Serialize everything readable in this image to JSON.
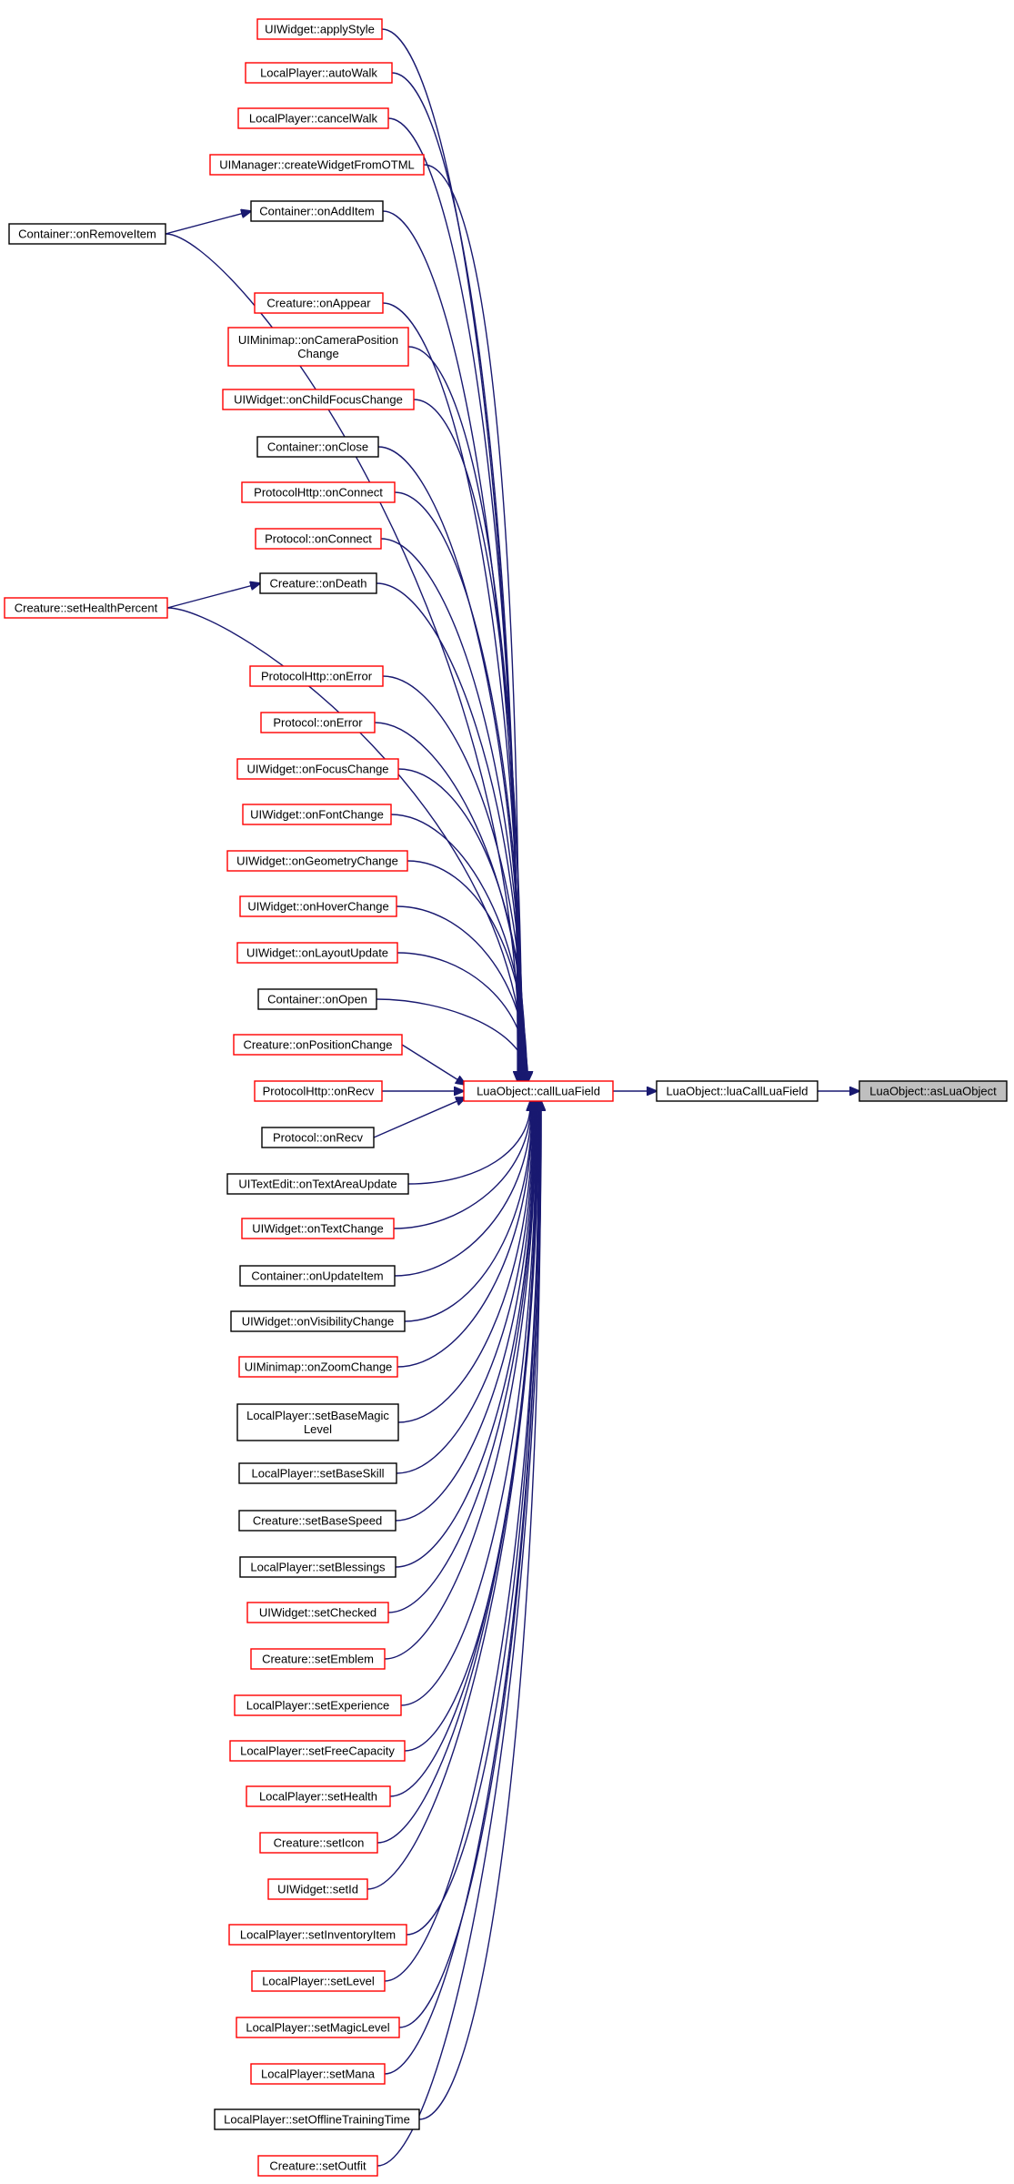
{
  "colors": {
    "edge": "#191970",
    "red_border": "#ff0000",
    "black_border": "#000000",
    "focus_fill": "#bfbfbf"
  },
  "nodes": [
    {
      "id": "n1",
      "label": [
        "UIWidget::applyStyle"
      ],
      "border": "red"
    },
    {
      "id": "n2",
      "label": [
        "LocalPlayer::autoWalk"
      ],
      "border": "red"
    },
    {
      "id": "n3",
      "label": [
        "LocalPlayer::cancelWalk"
      ],
      "border": "red"
    },
    {
      "id": "n4",
      "label": [
        "UIManager::createWidgetFromOTML"
      ],
      "border": "red"
    },
    {
      "id": "n5",
      "label": [
        "Container::onAddItem"
      ],
      "border": "black"
    },
    {
      "id": "n6",
      "label": [
        "Container::onRemoveItem"
      ],
      "border": "black"
    },
    {
      "id": "n7",
      "label": [
        "Creature::onAppear"
      ],
      "border": "red"
    },
    {
      "id": "n8",
      "label": [
        "UIMinimap::onCameraPosition",
        "Change"
      ],
      "border": "red"
    },
    {
      "id": "n9",
      "label": [
        "UIWidget::onChildFocusChange"
      ],
      "border": "red"
    },
    {
      "id": "n10",
      "label": [
        "Container::onClose"
      ],
      "border": "black"
    },
    {
      "id": "n11",
      "label": [
        "ProtocolHttp::onConnect"
      ],
      "border": "red"
    },
    {
      "id": "n12",
      "label": [
        "Protocol::onConnect"
      ],
      "border": "red"
    },
    {
      "id": "n13",
      "label": [
        "Creature::onDeath"
      ],
      "border": "black"
    },
    {
      "id": "n14",
      "label": [
        "Creature::setHealthPercent"
      ],
      "border": "red"
    },
    {
      "id": "n15",
      "label": [
        "ProtocolHttp::onError"
      ],
      "border": "red"
    },
    {
      "id": "n16",
      "label": [
        "Protocol::onError"
      ],
      "border": "red"
    },
    {
      "id": "n17",
      "label": [
        "UIWidget::onFocusChange"
      ],
      "border": "red"
    },
    {
      "id": "n18",
      "label": [
        "UIWidget::onFontChange"
      ],
      "border": "red"
    },
    {
      "id": "n19",
      "label": [
        "UIWidget::onGeometryChange"
      ],
      "border": "red"
    },
    {
      "id": "n20",
      "label": [
        "UIWidget::onHoverChange"
      ],
      "border": "red"
    },
    {
      "id": "n21",
      "label": [
        "UIWidget::onLayoutUpdate"
      ],
      "border": "red"
    },
    {
      "id": "n22",
      "label": [
        "Container::onOpen"
      ],
      "border": "black"
    },
    {
      "id": "n23",
      "label": [
        "Creature::onPositionChange"
      ],
      "border": "red"
    },
    {
      "id": "n24",
      "label": [
        "ProtocolHttp::onRecv"
      ],
      "border": "red"
    },
    {
      "id": "n25",
      "label": [
        "Protocol::onRecv"
      ],
      "border": "black"
    },
    {
      "id": "n26",
      "label": [
        "UITextEdit::onTextAreaUpdate"
      ],
      "border": "black"
    },
    {
      "id": "n27",
      "label": [
        "UIWidget::onTextChange"
      ],
      "border": "red"
    },
    {
      "id": "n28",
      "label": [
        "Container::onUpdateItem"
      ],
      "border": "black"
    },
    {
      "id": "n29",
      "label": [
        "UIWidget::onVisibilityChange"
      ],
      "border": "black"
    },
    {
      "id": "n30",
      "label": [
        "UIMinimap::onZoomChange"
      ],
      "border": "red"
    },
    {
      "id": "n31",
      "label": [
        "LocalPlayer::setBaseMagic",
        "Level"
      ],
      "border": "black"
    },
    {
      "id": "n32",
      "label": [
        "LocalPlayer::setBaseSkill"
      ],
      "border": "black"
    },
    {
      "id": "n33",
      "label": [
        "Creature::setBaseSpeed"
      ],
      "border": "black"
    },
    {
      "id": "n34",
      "label": [
        "LocalPlayer::setBlessings"
      ],
      "border": "black"
    },
    {
      "id": "n35",
      "label": [
        "UIWidget::setChecked"
      ],
      "border": "red"
    },
    {
      "id": "n36",
      "label": [
        "Creature::setEmblem"
      ],
      "border": "red"
    },
    {
      "id": "n37",
      "label": [
        "LocalPlayer::setExperience"
      ],
      "border": "red"
    },
    {
      "id": "n38",
      "label": [
        "LocalPlayer::setFreeCapacity"
      ],
      "border": "red"
    },
    {
      "id": "n39",
      "label": [
        "LocalPlayer::setHealth"
      ],
      "border": "red"
    },
    {
      "id": "n40",
      "label": [
        "Creature::setIcon"
      ],
      "border": "red"
    },
    {
      "id": "n41",
      "label": [
        "UIWidget::setId"
      ],
      "border": "red"
    },
    {
      "id": "n42",
      "label": [
        "LocalPlayer::setInventoryItem"
      ],
      "border": "red"
    },
    {
      "id": "n43",
      "label": [
        "LocalPlayer::setLevel"
      ],
      "border": "red"
    },
    {
      "id": "n44",
      "label": [
        "LocalPlayer::setMagicLevel"
      ],
      "border": "red"
    },
    {
      "id": "n45",
      "label": [
        "LocalPlayer::setMana"
      ],
      "border": "red"
    },
    {
      "id": "n46",
      "label": [
        "LocalPlayer::setOfflineTrainingTime"
      ],
      "border": "black"
    },
    {
      "id": "n47",
      "label": [
        "Creature::setOutfit"
      ],
      "border": "red"
    },
    {
      "id": "callLuaField",
      "label": [
        "LuaObject::callLuaField"
      ],
      "border": "red"
    },
    {
      "id": "luaCallLuaField",
      "label": [
        "LuaObject::luaCallLuaField"
      ],
      "border": "black"
    },
    {
      "id": "asLuaObject",
      "label": [
        "LuaObject::asLuaObject"
      ],
      "border": "black",
      "focus": true
    }
  ],
  "edges": [
    [
      "n1",
      "callLuaField"
    ],
    [
      "n2",
      "callLuaField"
    ],
    [
      "n3",
      "callLuaField"
    ],
    [
      "n4",
      "callLuaField"
    ],
    [
      "n5",
      "callLuaField"
    ],
    [
      "n6",
      "n5"
    ],
    [
      "n6",
      "callLuaField"
    ],
    [
      "n7",
      "callLuaField"
    ],
    [
      "n8",
      "callLuaField"
    ],
    [
      "n9",
      "callLuaField"
    ],
    [
      "n10",
      "callLuaField"
    ],
    [
      "n11",
      "callLuaField"
    ],
    [
      "n12",
      "callLuaField"
    ],
    [
      "n13",
      "callLuaField"
    ],
    [
      "n14",
      "n13"
    ],
    [
      "n14",
      "callLuaField"
    ],
    [
      "n15",
      "callLuaField"
    ],
    [
      "n16",
      "callLuaField"
    ],
    [
      "n17",
      "callLuaField"
    ],
    [
      "n18",
      "callLuaField"
    ],
    [
      "n19",
      "callLuaField"
    ],
    [
      "n20",
      "callLuaField"
    ],
    [
      "n21",
      "callLuaField"
    ],
    [
      "n22",
      "callLuaField"
    ],
    [
      "n23",
      "callLuaField"
    ],
    [
      "n24",
      "callLuaField"
    ],
    [
      "n25",
      "callLuaField"
    ],
    [
      "n26",
      "callLuaField"
    ],
    [
      "n27",
      "callLuaField"
    ],
    [
      "n28",
      "callLuaField"
    ],
    [
      "n29",
      "callLuaField"
    ],
    [
      "n30",
      "callLuaField"
    ],
    [
      "n31",
      "callLuaField"
    ],
    [
      "n32",
      "callLuaField"
    ],
    [
      "n33",
      "callLuaField"
    ],
    [
      "n34",
      "callLuaField"
    ],
    [
      "n35",
      "callLuaField"
    ],
    [
      "n36",
      "callLuaField"
    ],
    [
      "n37",
      "callLuaField"
    ],
    [
      "n38",
      "callLuaField"
    ],
    [
      "n39",
      "callLuaField"
    ],
    [
      "n40",
      "callLuaField"
    ],
    [
      "n41",
      "callLuaField"
    ],
    [
      "n42",
      "callLuaField"
    ],
    [
      "n43",
      "callLuaField"
    ],
    [
      "n44",
      "callLuaField"
    ],
    [
      "n45",
      "callLuaField"
    ],
    [
      "n46",
      "callLuaField"
    ],
    [
      "n47",
      "callLuaField"
    ],
    [
      "callLuaField",
      "luaCallLuaField"
    ],
    [
      "luaCallLuaField",
      "asLuaObject"
    ]
  ]
}
